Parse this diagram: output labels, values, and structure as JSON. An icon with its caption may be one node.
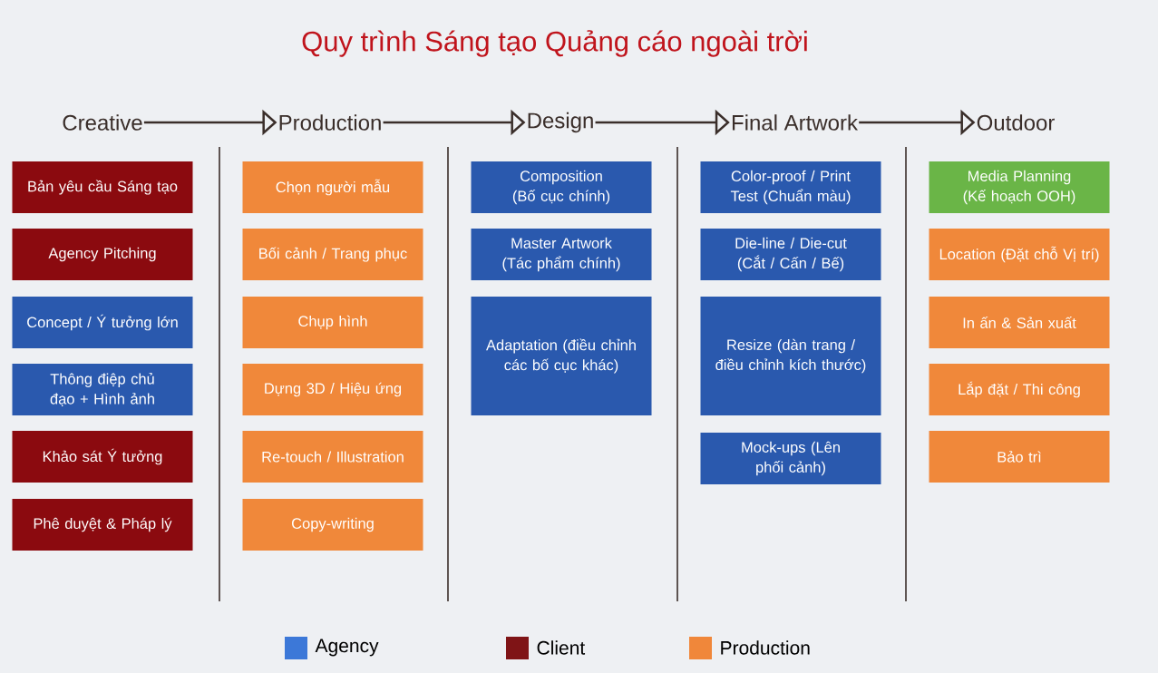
{
  "diagram": {
    "title": "Quy trình Sáng tạo Quảng cáo ngoài trời",
    "nodes": [
      {
        "text": [
          "Creative"
        ]
      },
      {
        "text": [
          "Production"
        ]
      },
      {
        "text": [
          "Design"
        ]
      },
      {
        "text": [
          "Final Artwork"
        ]
      },
      {
        "text": [
          "Outdoor"
        ]
      },
      {
        "text": [
          "Bản yêu cầu Sáng tạo"
        ]
      },
      {
        "text": [
          "Agency Pitching"
        ]
      },
      {
        "text": [
          "Concept / Ý tưởng lớn"
        ]
      },
      {
        "text": [
          "Thông điệp chủ đạo + Hình ảnh"
        ]
      },
      {
        "text": [
          "Khảo sát Ý tưởng"
        ]
      },
      {
        "text": [
          "Phê duyệt & Pháp lý"
        ]
      },
      {
        "text": [
          "Chọn người mẫu"
        ]
      },
      {
        "text": [
          "Bối cảnh / Trang phục"
        ]
      },
      {
        "text": [
          "Chụp hình"
        ]
      },
      {
        "text": [
          "Dựng 3D / Hiệu ứng"
        ]
      },
      {
        "text": [
          "Re-touch / Illustration"
        ]
      },
      {
        "text": [
          "Copy-writing"
        ]
      },
      {
        "text": [
          "Composition (Bố cục chính)"
        ]
      },
      {
        "text": [
          "Master Artwork (Tác phẩm chính)"
        ]
      },
      {
        "text": [
          "Adaptation (điều chỉnh các bố cục khác)"
        ]
      },
      {
        "text": [
          "Color-proof / Print Test (Chuẩn màu)"
        ]
      },
      {
        "text": [
          "Die-line / Die-cut (Cắt / Cấn / Bế)"
        ]
      },
      {
        "text": [
          "Resize (dàn trang / điều chỉnh kích thước)"
        ]
      },
      {
        "text": [
          "Mock-ups (Lên phối cảnh)"
        ]
      },
      {
        "text": [
          "Media Planning (Kế hoạch OOH)"
        ]
      },
      {
        "text": [
          "Location (Đặt chỗ Vị trí)"
        ]
      },
      {
        "text": [
          "In ấn & Sản xuất"
        ]
      },
      {
        "text": [
          "Lắp đặt / Thi công"
        ]
      },
      {
        "text": [
          "Bảo trì"
        ]
      }
    ],
    "edges": [
      {
        "from": 0,
        "to": 1,
        "arrow": "to"
      },
      {
        "from": 1,
        "to": 2,
        "arrow": "to"
      },
      {
        "from": 2,
        "to": 3,
        "arrow": "to"
      },
      {
        "from": 3,
        "to": 4,
        "arrow": "to"
      }
    ],
    "legend": [
      {
        "text": "Agency",
        "color": "#3c78d8"
      },
      {
        "text": "Client",
        "color": "#7f1416"
      },
      {
        "text": "Production",
        "color": "#f0873a"
      }
    ]
  }
}
